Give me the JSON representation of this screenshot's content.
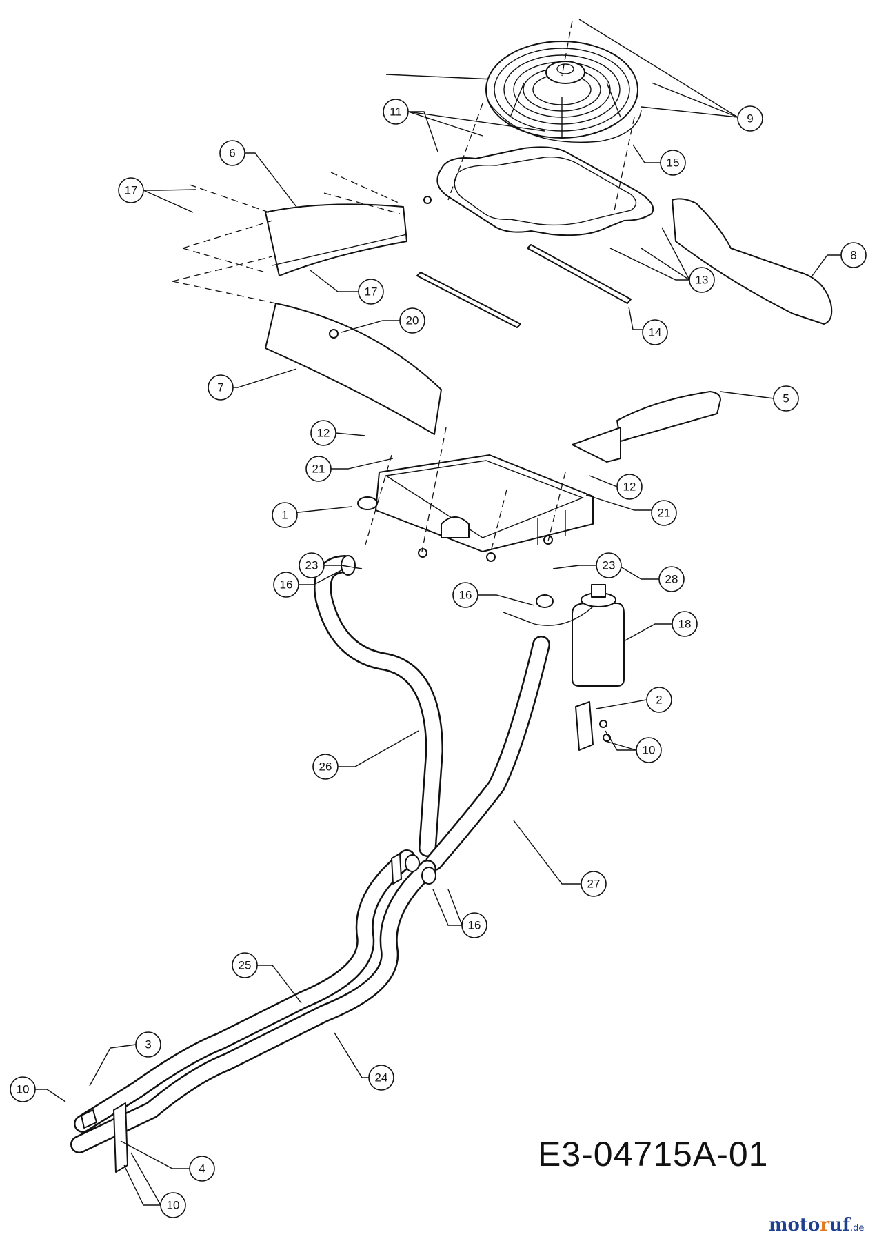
{
  "drawing": {
    "code": "E3-04715A-01",
    "watermark": {
      "part1": "moto",
      "part2": "r",
      "part3": "uf",
      "part4": ".de"
    }
  },
  "callouts": [
    "1",
    "2",
    "3",
    "4",
    "5",
    "6",
    "7",
    "8",
    "9",
    "10",
    "10",
    "10",
    "11",
    "12",
    "12",
    "13",
    "14",
    "15",
    "16",
    "16",
    "16",
    "17",
    "17",
    "18",
    "20",
    "21",
    "21",
    "23",
    "23",
    "24",
    "25",
    "26",
    "27",
    "28"
  ]
}
